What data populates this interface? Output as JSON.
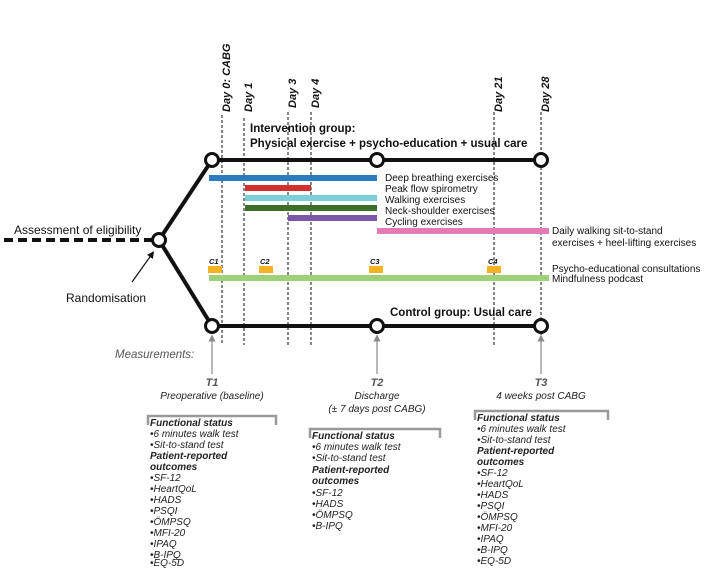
{
  "days": [
    "Day 0: CABG",
    "Day 1",
    "Day 3",
    "Day 4",
    "Day 21",
    "Day 28"
  ],
  "assessment": "Assessment of eligibility",
  "randomisation": "Randomisation",
  "intervention": {
    "title_line1": "Intervention group:",
    "title_line2": "Physical exercise + psycho-education + usual care"
  },
  "control_title": "Control group: Usual care",
  "bars": [
    {
      "label": "Deep breathing exercises",
      "color": "#2b7bbf"
    },
    {
      "label": "Peak flow spirometry",
      "color": "#d32f2f"
    },
    {
      "label": "Walking exercises",
      "color": "#7ccfd9"
    },
    {
      "label": "Neck-shoulder exercises",
      "color": "#3f6d2a"
    },
    {
      "label": "Cycling exercises",
      "color": "#7b57a8"
    }
  ],
  "daily_walking": {
    "label_line1": "Daily walking sit-to-stand",
    "label_line2": "exercises + heel-lifting exercises",
    "color": "#e27bb6"
  },
  "consultations": {
    "labels": [
      "C1",
      "C2",
      "C3",
      "C4"
    ],
    "legend": "Psycho-educational consultations",
    "color": "#f5b324"
  },
  "podcast": {
    "label": "Mindfulness podcast",
    "color": "#9fd17a"
  },
  "measurements_title": "Measurements:",
  "timepoints": [
    {
      "name": "T1",
      "desc_line1": "Preoperative (baseline)",
      "desc_line2": ""
    },
    {
      "name": "T2",
      "desc_line1": "Discharge",
      "desc_line2": "(± 7 days post CABG)"
    },
    {
      "name": "T3",
      "desc_line1": "4 weeks post CABG",
      "desc_line2": ""
    }
  ],
  "boxes": [
    {
      "functional_title": "Functional status",
      "functional_items": [
        "•6 minutes walk test",
        "•Sit-to-stand test"
      ],
      "pro_title_line1": "Patient-reported",
      "pro_title_line2": "outcomes",
      "pro_items": [
        "•SF-12",
        "•HeartQoL",
        "•HADS",
        "•PSQI",
        "•ÖMPSQ",
        "•MFI-20",
        "•IPAQ",
        "•B-IPQ",
        "•EQ-5D"
      ]
    },
    {
      "functional_title": "Functional status",
      "functional_items": [
        "•6 minutes walk test",
        "•Sit-to-stand test"
      ],
      "pro_title_line1": "Patient-reported",
      "pro_title_line2": "outcomes",
      "pro_items": [
        "•SF-12",
        "•HADS",
        "•ÖMPSQ",
        "•B-IPQ"
      ]
    },
    {
      "functional_title": "Functional status",
      "functional_items": [
        "•6 minutes walk test",
        "•Sit-to-stand test"
      ],
      "pro_title_line1": "Patient-reported",
      "pro_title_line2": "outcomes",
      "pro_items": [
        "•SF-12",
        "•HeartQoL",
        "•HADS",
        "•PSQI",
        "•ÖMPSQ",
        "•MFI-20",
        "•IPAQ",
        "•B-IPQ",
        "•EQ-5D"
      ]
    }
  ]
}
